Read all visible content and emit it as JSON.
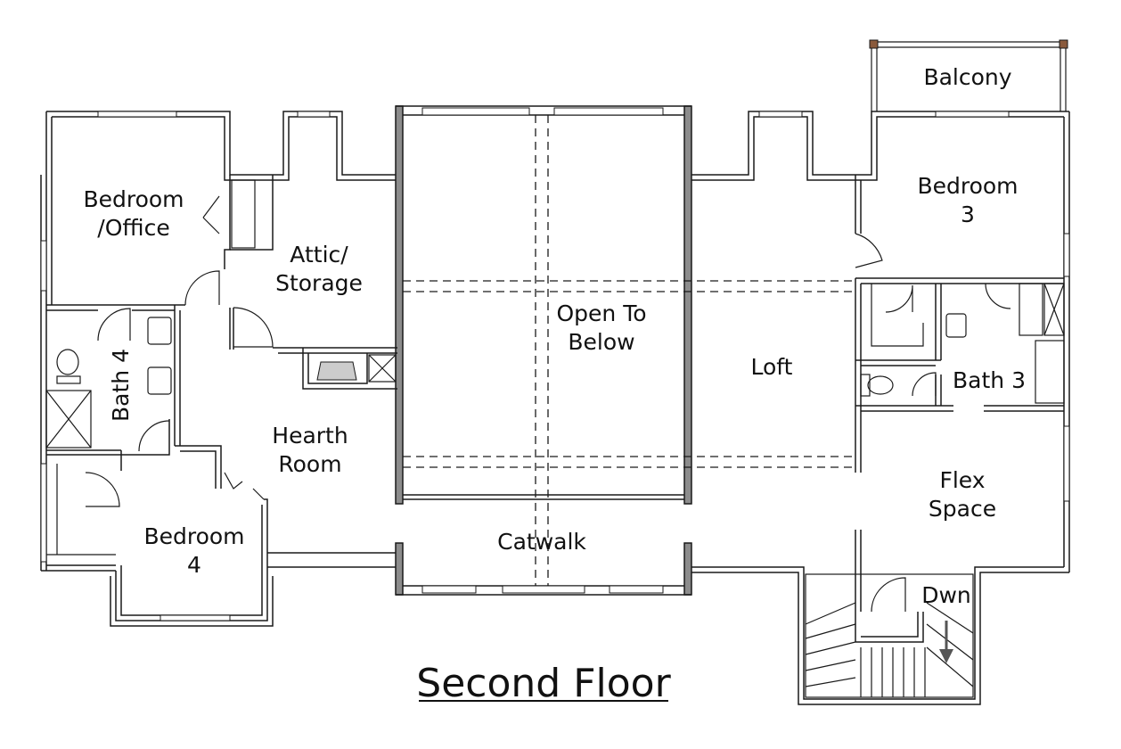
{
  "plan_title": "Second Floor",
  "rooms": {
    "bedroom_office": [
      "Bedroom",
      "/Office"
    ],
    "attic_storage": [
      "Attic/",
      "Storage"
    ],
    "open_to_below": [
      "Open To",
      "Below"
    ],
    "loft": [
      "Loft"
    ],
    "balcony": [
      "Balcony"
    ],
    "bedroom3": [
      "Bedroom",
      "3"
    ],
    "bath4": [
      "Bath 4"
    ],
    "bath3": [
      "Bath 3"
    ],
    "hearth_room": [
      "Hearth",
      "Room"
    ],
    "flex_space": [
      "Flex",
      "Space"
    ],
    "bedroom4": [
      "Bedroom",
      "4"
    ],
    "catwalk": [
      "Catwalk"
    ],
    "dwn": [
      "Dwn"
    ]
  },
  "colors": {
    "wall_fill": "#8c8c8c",
    "line": "#1a1a1a",
    "fireplace": "#cccccc"
  }
}
